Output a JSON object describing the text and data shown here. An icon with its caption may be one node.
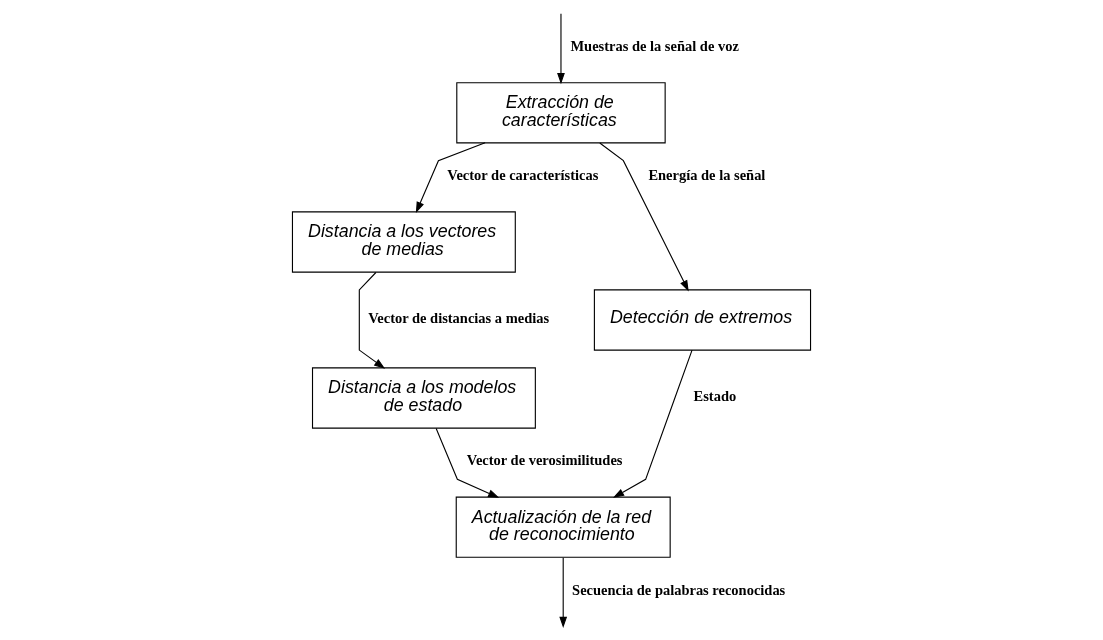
{
  "diagram": {
    "nodes": [
      {
        "text": [
          "Extracción de características"
        ]
      },
      {
        "text": [
          "Distancia a los vectores de medias"
        ]
      },
      {
        "text": [
          "Distancia a los modelos de estado"
        ]
      },
      {
        "text": [
          "Actualización de la red de reconocimiento"
        ]
      },
      {
        "text": [
          "Detección de extremos"
        ]
      }
    ],
    "edges": [
      {
        "from": null,
        "to": 0,
        "arrow": "to",
        "label": "Muestras de la señal de voz"
      },
      {
        "from": 0,
        "to": 1,
        "arrow": "to",
        "label": "Vector de características"
      },
      {
        "from": 0,
        "to": 4,
        "arrow": "to",
        "label": "Energía de la señal"
      },
      {
        "from": 1,
        "to": 2,
        "arrow": "to",
        "label": "Vector de distancias a medias"
      },
      {
        "from": 2,
        "to": 3,
        "arrow": "to",
        "label": "Vector de verosimilitudes"
      },
      {
        "from": 4,
        "to": 3,
        "arrow": "to",
        "label": "Estado"
      },
      {
        "from": 3,
        "to": null,
        "arrow": "to",
        "label": "Secuencia de palabras reconocidas"
      }
    ]
  }
}
